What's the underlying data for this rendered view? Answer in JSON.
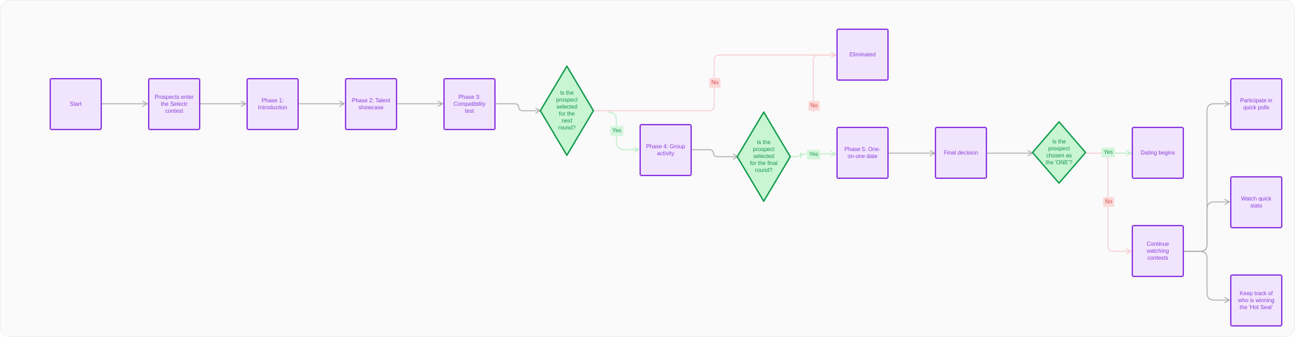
{
  "colors": {
    "process_fill": "#f1e4fd",
    "process_border": "#9140e2",
    "process_text": "#8a3fd8",
    "decision_fill": "#c8f5d2",
    "decision_border": "#0e9a4a",
    "decision_text": "#17944f",
    "edge_default": "#a7a7a7",
    "edge_yes": "#b6ecc4",
    "edge_no": "#f7c8cc"
  },
  "nodes": {
    "start": "Start",
    "prospects_enter": "Prospects enter the Selectr contest",
    "phase1": "Phase 1: Introduction",
    "phase2": "Phase 2: Talent showcase",
    "phase3": "Phase 3: Compatibility test",
    "decision1": "Is the prospect selected for the next round?",
    "phase4": "Phase 4: Group activity",
    "eliminated": "Eliminated",
    "decision2": "Is the prospect selected for the final round?",
    "phase5": "Phase 5: One-on-one date",
    "final_decision": "Final decision",
    "decision3": "Is the prospect chosen as the 'ONE'?",
    "dating_begins": "Dating begins",
    "continue_watching": "Continue watching contests",
    "participate_polls": "Participate in quick polls",
    "watch_stats": "Watch quick stats",
    "keep_track": "Keep track of who is winning the 'Hot Seat'"
  },
  "edge_labels": {
    "d1_no": "No",
    "d1_yes": "Yes",
    "d2_no": "No",
    "d2_yes": "Yes",
    "d3_yes": "Yes",
    "d3_no": "No"
  }
}
